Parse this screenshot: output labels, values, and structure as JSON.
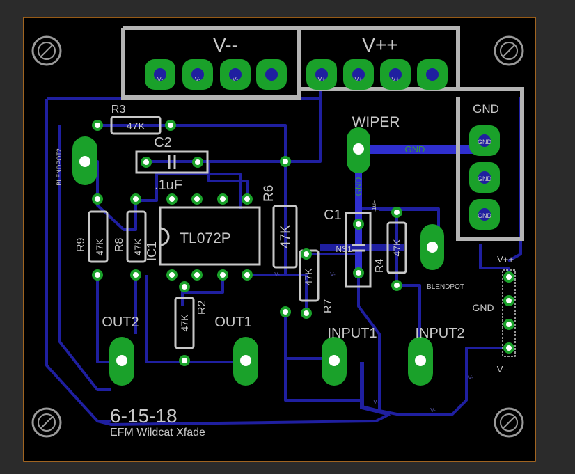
{
  "colors": {
    "background": "#2b2b2b",
    "board": "#000000",
    "outline": "#c8781e",
    "trace": "#1f1fa0",
    "pad": "#1aa12a",
    "silk": "#c8c8c8",
    "gnd_trace": "#2f2fd0"
  },
  "board": {
    "date": "6-15-18",
    "product": "EFM Wildcat Xfade",
    "header_vminus": "V--",
    "header_vplus": "V++",
    "header_gnd": "GND",
    "wiper": "WIPER",
    "gnd_trace_label": "GND",
    "gnd_vertical_label": "GND",
    "blendpot2": "BLENDPOT2",
    "blendpot": "BLENDPOT",
    "out1": "OUT1",
    "out2": "OUT2",
    "input1": "INPUT1",
    "input2": "INPUT2",
    "right_vplus": "V++",
    "right_gnd": "GND",
    "right_vminus": "V--"
  },
  "components": {
    "r3": {
      "name": "R3",
      "value": "47K"
    },
    "r9": {
      "name": "R9",
      "value": "47K"
    },
    "r8": {
      "name": "R8",
      "value": "47K"
    },
    "r6": {
      "name": "R6",
      "value": "47K"
    },
    "r2": {
      "name": "R2",
      "value": "47K"
    },
    "r7": {
      "name": "R7",
      "value": "47K"
    },
    "r4": {
      "name": "R4",
      "value": "47K"
    },
    "c2": {
      "name": "C2",
      "value": ".1uF"
    },
    "c1": {
      "name": "C1",
      "value": "NS1"
    },
    "c1_small": ".1uF",
    "ic1": {
      "name": "IC1",
      "value": "TL072P"
    }
  },
  "pad_labels": {
    "vminus": "V-",
    "vplus": "V+",
    "gnd": "GND",
    "vminus_net": "V-"
  }
}
